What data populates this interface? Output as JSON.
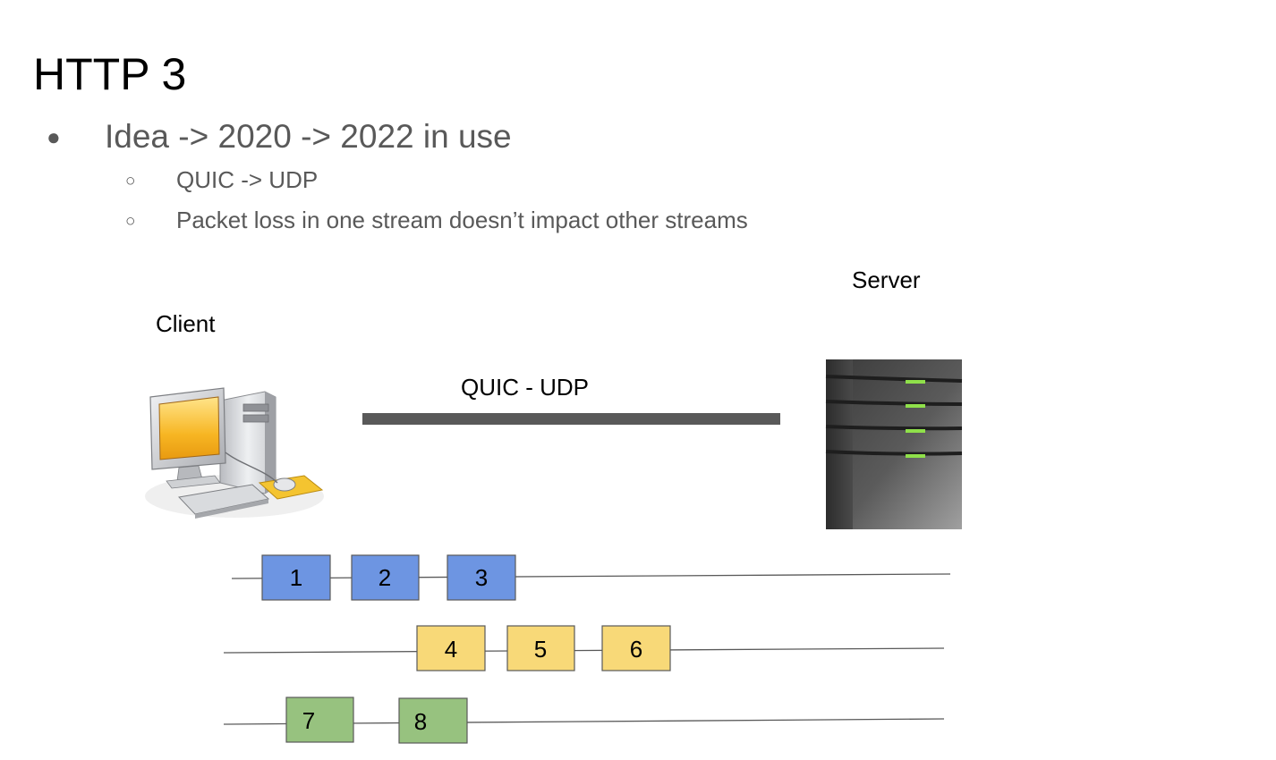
{
  "slide": {
    "title": "HTTP 3",
    "bullets": [
      {
        "text": "Idea -> 2020 -> 2022 in use",
        "level": 1
      },
      {
        "text": "QUIC -> UDP",
        "level": 2
      },
      {
        "text": "Packet loss in one stream doesn’t impact other streams",
        "level": 2
      }
    ]
  },
  "diagram": {
    "client_label": "Client",
    "server_label": "Server",
    "connection_label": "QUIC - UDP",
    "icons": {
      "client": "desktop-computer-icon",
      "server": "server-rack-icon"
    },
    "streams": [
      {
        "name": "stream-1",
        "color": "#6d95e2",
        "packets": [
          "1",
          "2",
          "3"
        ]
      },
      {
        "name": "stream-2",
        "color": "#f8d978",
        "packets": [
          "4",
          "5",
          "6"
        ]
      },
      {
        "name": "stream-3",
        "color": "#97c27f",
        "packets": [
          "7",
          "8"
        ]
      }
    ]
  }
}
